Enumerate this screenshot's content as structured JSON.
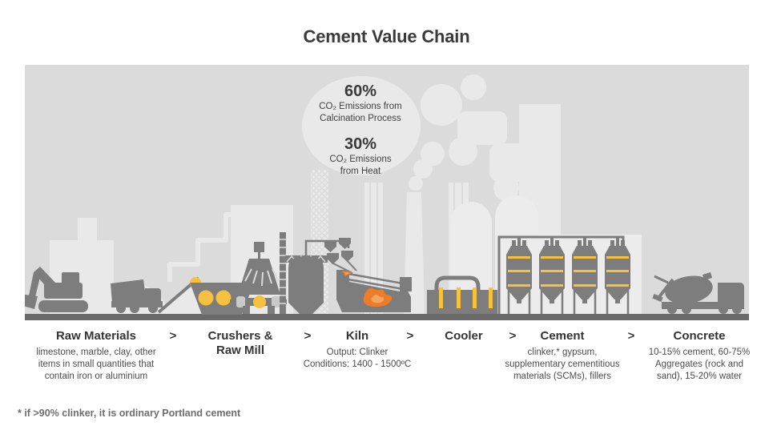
{
  "title": "Cement Value Chain",
  "emissions": [
    {
      "pct": "60%",
      "line1": "CO₂ Emissions from",
      "line2": "Calcination Process"
    },
    {
      "pct": "30%",
      "line1": "CO₂ Emissions",
      "line2": "from Heat"
    }
  ],
  "stages": [
    {
      "label": "Raw Materials",
      "desc": "limestone, marble, clay, other\nitems in small quantities that\ncontain iron or  aluminium"
    },
    {
      "label": "Crushers &\nRaw Mill",
      "desc": ""
    },
    {
      "label": "Kiln",
      "desc": "Output: Clinker\nConditions: 1400 - 1500ºC"
    },
    {
      "label": "Cooler",
      "desc": ""
    },
    {
      "label": "Cement",
      "desc": "clinker,* gypsum,\nsupplementary cementitious\nmaterials (SCMs), fillers"
    },
    {
      "label": "Concrete",
      "desc": "10-15% cement, 60-75%\nAggregates (rock and\nsand), 15-20% water"
    }
  ],
  "chevron": ">",
  "footnote": "* if >90% clinker, it is ordinary Portland cement",
  "colors": {
    "panel_bg": "#dbdbdb",
    "silhouette": "#e9e9e9",
    "silhouette_light": "#ececec",
    "machine_gray": "#7d7d7d",
    "ground_gray": "#6a6a6a",
    "accent_yellow": "#f6c13e",
    "accent_orange": "#ee7d2a",
    "accent_orange_light": "#f6a55f",
    "text_dark": "#3a3a3a",
    "footnote_gray": "#6e6e6e"
  }
}
